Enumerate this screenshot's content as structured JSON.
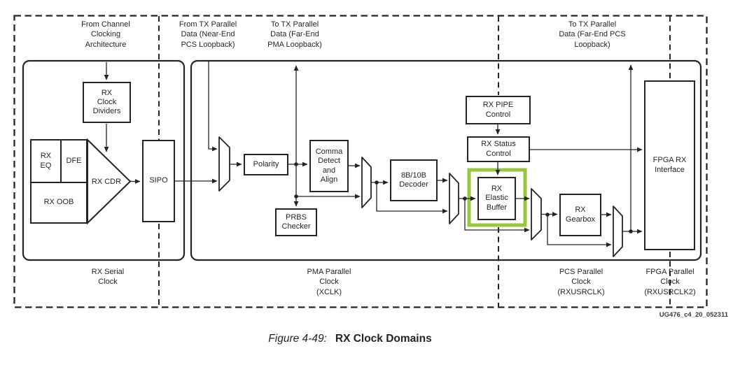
{
  "figure": {
    "caption_label": "Figure 4-49:",
    "caption_title": "RX Clock Domains",
    "watermark": "UG476_c4_20_052311"
  },
  "colors": {
    "highlight": "#97c83c",
    "ink": "#242424"
  },
  "top_labels": [
    {
      "text": "From Channel\nClocking\nArchitecture"
    },
    {
      "text": "From TX Parallel\nData (Near-End\nPCS Loopback)"
    },
    {
      "text": "To TX Parallel\nData (Far-End\nPMA Loopback)"
    },
    {
      "text": "To TX Parallel\nData (Far-End PCS\nLoopback)"
    }
  ],
  "clock_domains": [
    {
      "text": "RX Serial\nClock"
    },
    {
      "text": "PMA Parallel\nClock\n(XCLK)"
    },
    {
      "text": "PCS Parallel\nClock\n(RXUSRCLK)"
    },
    {
      "text": "FPGA Parallel\nClock\n(RXUSRCLK2)"
    }
  ],
  "blocks": {
    "rx_clock_dividers": "RX\nClock\nDividers",
    "rx_eq": "RX\nEQ",
    "dfe": "DFE",
    "rx_oob": "RX OOB",
    "rx_cdr": "RX CDR",
    "sipo": "SIPO",
    "polarity": "Polarity",
    "comma_detect_align": "Comma\nDetect\nand\nAlign",
    "prbs_checker": "PRBS\nChecker",
    "decoder_8b10b": "8B/10B\nDecoder",
    "rx_elastic_buffer": "RX\nElastic\nBuffer",
    "rx_gearbox": "RX\nGearbox",
    "rx_pipe_control": "RX PIPE\nControl",
    "rx_status_control": "RX Status\nControl",
    "fpga_rx_interface": "FPGA RX\nInterface"
  }
}
